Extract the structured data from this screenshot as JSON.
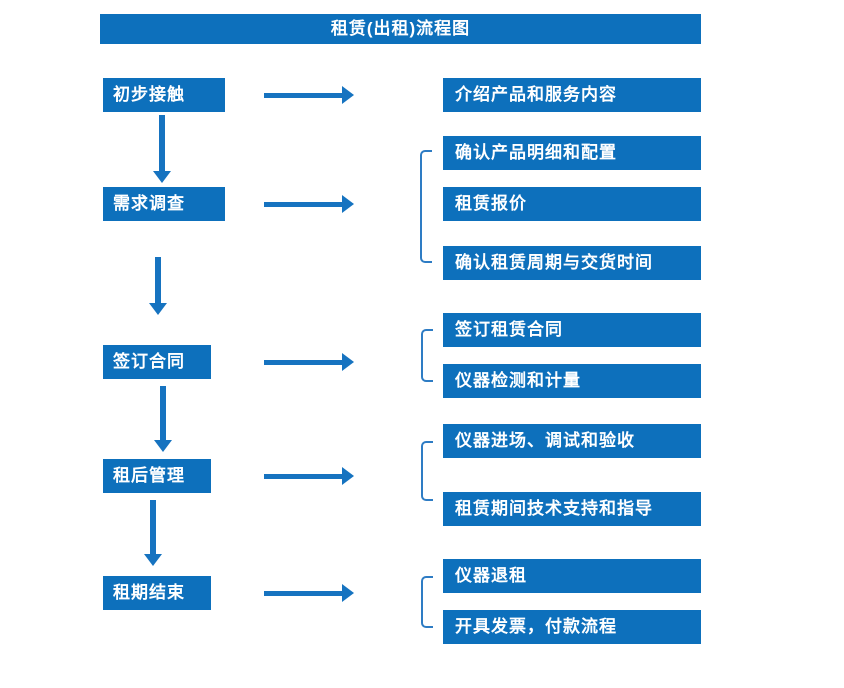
{
  "title": "租赁(出租)流程图",
  "colors": {
    "box_fill": "#0d70bc",
    "arrow": "#1673c0",
    "bracket_line": "#2e7cc4",
    "text": "#ffffff",
    "background": "#ffffff"
  },
  "stages": [
    {
      "label": "初步接触",
      "children": [
        "介绍产品和服务内容"
      ]
    },
    {
      "label": "需求调查",
      "children": [
        "确认产品明细和配置",
        "租赁报价",
        "确认租赁周期与交货时间"
      ]
    },
    {
      "label": "签订合同",
      "children": [
        "签订租赁合同",
        "仪器检测和计量"
      ]
    },
    {
      "label": "租后管理",
      "children": [
        "仪器进场、调试和验收",
        "租赁期间技术支持和指导"
      ]
    },
    {
      "label": "租期结束",
      "children": [
        "仪器退租",
        "开具发票，付款流程"
      ]
    }
  ]
}
